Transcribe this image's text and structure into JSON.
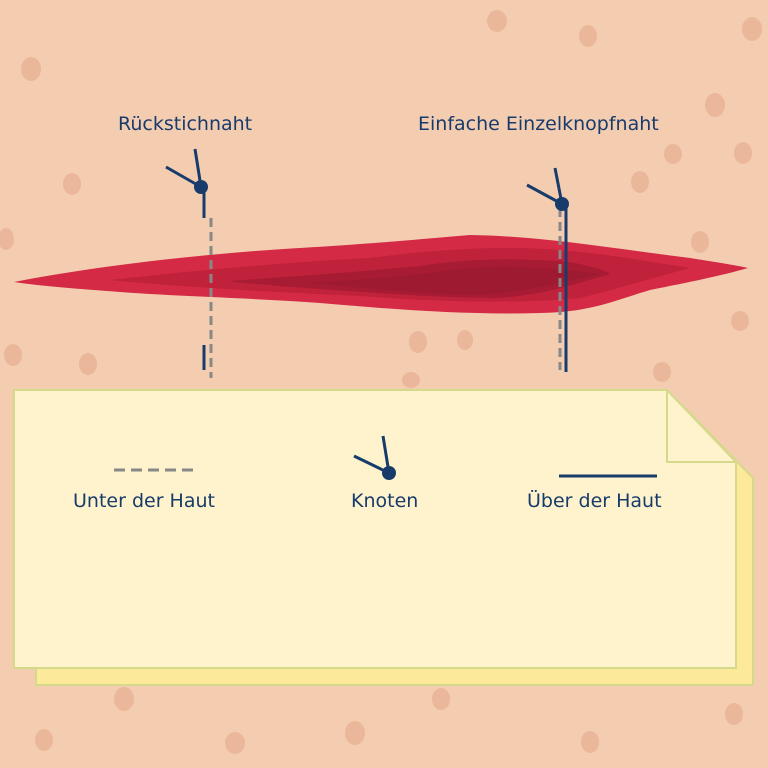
{
  "labels": {
    "back_stitch": "Rückstichnaht",
    "simple_interrupted": "Einfache Einzelknopfnaht"
  },
  "legend": {
    "under_skin": "Unter der Haut",
    "knot": "Knoten",
    "over_skin": "Über der Haut"
  },
  "colors": {
    "skin": "#f4cdb1",
    "skin_spot": "#eab79b",
    "wound_outer": "#d42a45",
    "wound_mid": "#c0213b",
    "wound_inner": "#9e1a31",
    "thread": "#173b6b",
    "thread_under": "#888888",
    "note_fill": "#fef3cc",
    "note_back": "#fde99a",
    "note_border": "#d5d98a"
  }
}
